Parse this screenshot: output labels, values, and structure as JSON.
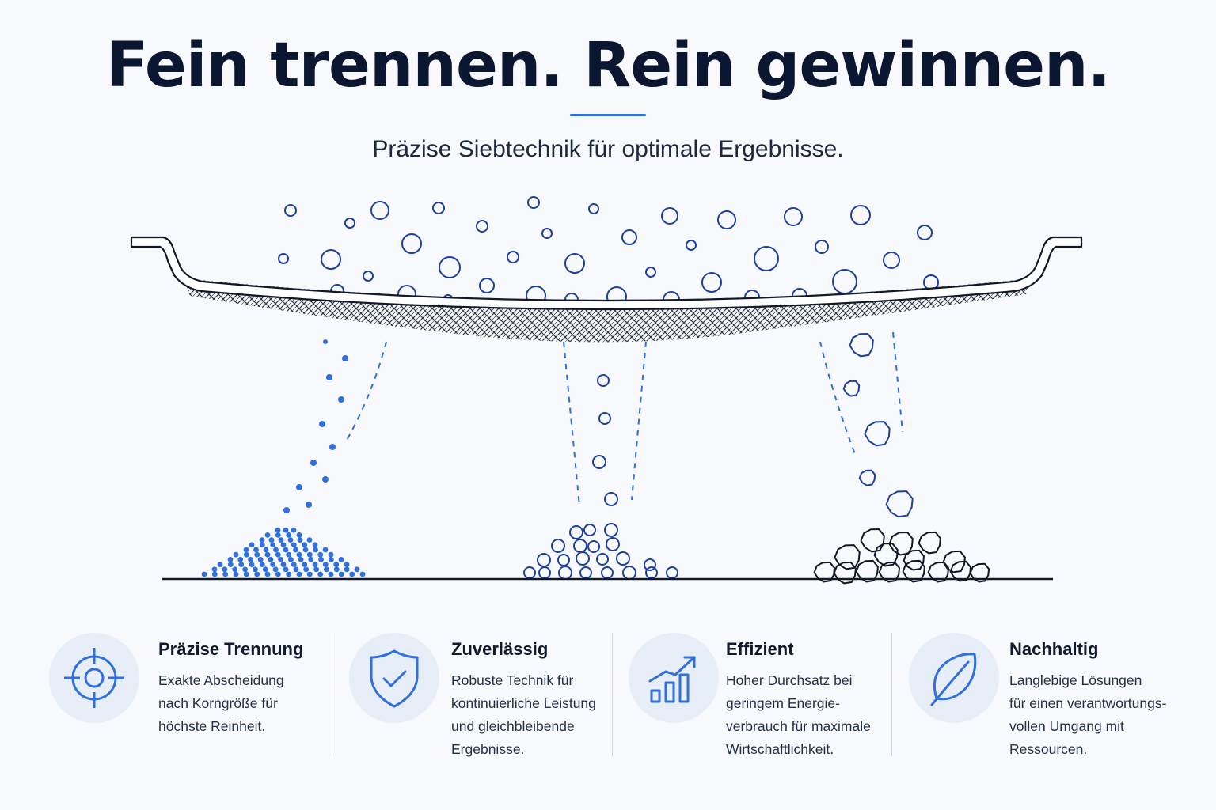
{
  "header": {
    "headline": "Fein trennen. Rein gewinnen.",
    "subline": "Präzise Siebtechnik für optimale Ergebnisse."
  },
  "colors": {
    "accent": "#2f6fde",
    "ink": "#0b1631",
    "background": "#f7f9fc",
    "icon_bg": "#e8eef8"
  },
  "features": [
    {
      "icon": "target-crosshair-icon",
      "title": "Präzise Trennung",
      "lines": [
        "Exakte Abscheidung",
        "nach Korngröße für",
        "höchste Reinheit."
      ]
    },
    {
      "icon": "shield-check-icon",
      "title": "Zuverlässig",
      "lines": [
        "Robuste Technik für",
        "kontinuierliche Leistung",
        "und gleichbleibende",
        "Ergebnisse."
      ]
    },
    {
      "icon": "growth-chart-icon",
      "title": "Effizient",
      "lines": [
        "Hoher Durchsatz bei",
        "geringem Energie-",
        "verbrauch für maximale",
        "Wirtschaftlichkeit."
      ]
    },
    {
      "icon": "leaf-icon",
      "title": "Nachhaltig",
      "lines": [
        "Langlebige Lösungen",
        "für einen verantwortungs-",
        "vollen Umgang mit",
        "Ressourcen."
      ]
    }
  ]
}
